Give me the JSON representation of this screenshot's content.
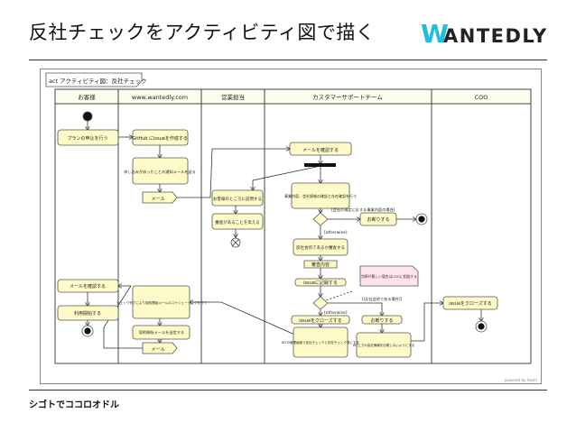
{
  "slide": {
    "title": "反社チェックをアクティビティ図で描く",
    "logo_text": "ANTEDLY",
    "logo_mark": "W",
    "footer": "シゴトでココロオドル"
  },
  "diagram": {
    "frame_label": "act アクティビティ図：反社チェック",
    "powered_by": "powered by Astah",
    "lanes": [
      "お客様",
      "www.wantedly.com",
      "営業担当",
      "カスタマーサポートチーム",
      "COO"
    ],
    "actions": {
      "plan_apply": "プランの申込を行う",
      "github_issue": "GitHub にissueを作成する",
      "notify_mail": "申し込みがあったことの通知メールを送る",
      "mail1": "メール",
      "confirm_mail1": "メールを確認する",
      "check_info": "事業内容、会社情報の確認と存在確認を行う",
      "refuse1": "お断りする",
      "visit_customer": "お客様のところに訪問する",
      "report_review": "審査があることを伝える",
      "antisocial_review": "反社会的であるか審査する",
      "review_content": "審査内容",
      "record_issue": "issueに記録する",
      "note": "判断が難しい場合はCOOに相談する",
      "close_issue_cs": "issueをクローズする",
      "refuse2": "お断りする",
      "wt_admin": "WTの管理画面で反社チェックと存在チェック済にする",
      "wt_alert": "WT上での会社情報を出現しないようにする",
      "close_issue_coo": "issueをクローズする",
      "schedule_mail": "チェック完了により契約開始メールのスケジューリングを行う",
      "send_start_mail": "契約開始メールを送信する",
      "mail2": "メール",
      "confirm_mail2": "メールを確認する",
      "start_use": "利用開始する"
    },
    "guards": {
      "violation": "[会社の規定に反する事業内容の場合]",
      "otherwise1": "[otherwise]",
      "antisocial": "[[反社会的である場合]]",
      "otherwise2": "[otherwise]"
    }
  }
}
